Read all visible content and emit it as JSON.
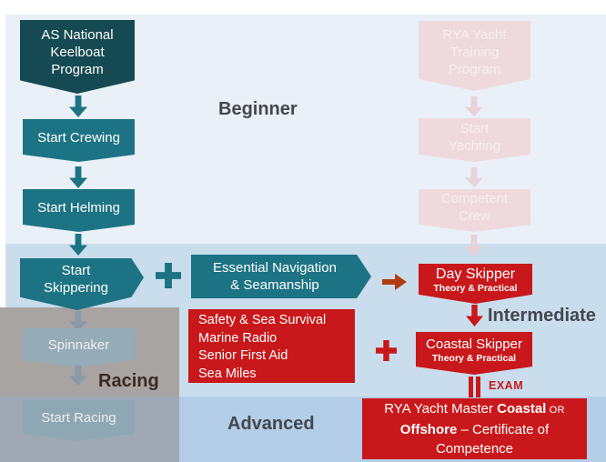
{
  "levels": {
    "beginner": "Beginner",
    "intermediate": "Intermediate",
    "advanced": "Advanced",
    "racing": "Racing"
  },
  "colors": {
    "dark_teal": "#154a52",
    "teal": "#1c7384",
    "red": "#c9181b",
    "red_arrow": "#b13c0e",
    "band_top": "#e9f0f8",
    "band_mid": "#c9dded",
    "band_bottom": "#b3cee6",
    "gray_overlay_upper": "#a7a4a2",
    "gray_overlay_lower": "#9fa9b6",
    "faded_pink": "#eedadd",
    "faded_teal": "#95abb6",
    "level_text": "#43474e",
    "racing_text": "#3a2a21"
  },
  "keelboat_flow": {
    "program": {
      "lines": [
        "AS National",
        "Keelboat",
        "Program"
      ]
    },
    "crewing": {
      "label": "Start Crewing"
    },
    "helming": {
      "label": "Start Helming"
    },
    "skippering": {
      "lines": [
        "Start",
        "Skippering"
      ]
    }
  },
  "racing_flow": {
    "spinnaker": {
      "label": "Spinnaker"
    },
    "start_racing": {
      "label": "Start Racing"
    }
  },
  "courses": {
    "essential_nav": {
      "lines": [
        "Essential Navigation",
        "& Seamanship"
      ]
    },
    "requirements": {
      "lines": [
        "Safety & Sea Survival",
        "Marine Radio",
        "Senior First Aid",
        "Sea Miles"
      ]
    }
  },
  "yacht_flow": {
    "program": {
      "lines": [
        "RYA Yacht",
        "Training",
        "Program"
      ]
    },
    "yachting": {
      "lines": [
        "Start",
        "Yachting"
      ]
    },
    "competent_crew": {
      "lines": [
        "Competent",
        "Crew"
      ]
    },
    "day_skipper": {
      "title": "Day Skipper",
      "subtitle": "Theory & Practical"
    },
    "coastal_skipper": {
      "title": "Coastal Skipper",
      "subtitle": "Theory & Practical"
    },
    "exam": {
      "label": "Exam"
    },
    "yacht_master": {
      "line1_normal": "RYA Yacht Master ",
      "line1_bold": "Coastal",
      "line1_or": " or",
      "line2_bold": "Offshore",
      "line2_normal": " – Certificate of",
      "line3": "Competence"
    }
  }
}
